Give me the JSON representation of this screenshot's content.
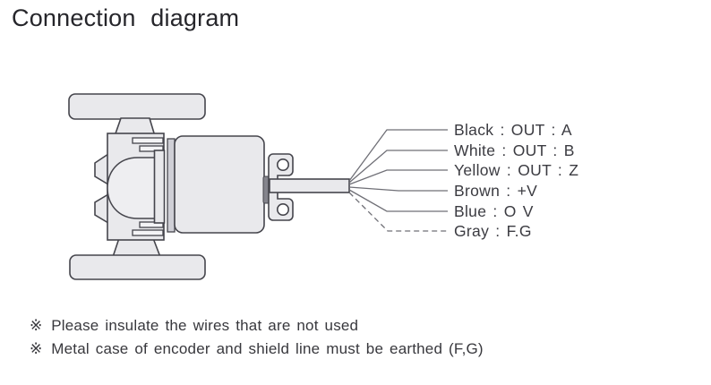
{
  "title": "Connection diagram",
  "wires": [
    {
      "name": "black",
      "label": "Black : OUT : A",
      "line": "solid"
    },
    {
      "name": "white",
      "label": "White : OUT : B",
      "line": "solid"
    },
    {
      "name": "yellow",
      "label": "Yellow : OUT : Z",
      "line": "solid"
    },
    {
      "name": "brown",
      "label": "Brown : +V",
      "line": "solid"
    },
    {
      "name": "blue",
      "label": "Blue : O V",
      "line": "solid"
    },
    {
      "name": "gray",
      "label": "Gray : F.G",
      "line": "dashed"
    }
  ],
  "notes": [
    {
      "marker": "※",
      "text": "Please insulate the wires that are not used"
    },
    {
      "marker": "※",
      "text": "Metal case of encoder and shield line must be earthed (F,G)"
    }
  ],
  "colors": {
    "background": "#ffffff",
    "device_fill": "#e9e9ec",
    "device_outline": "#45454c",
    "wire_line": "#6f6f76",
    "text": "#3a3a3f"
  }
}
